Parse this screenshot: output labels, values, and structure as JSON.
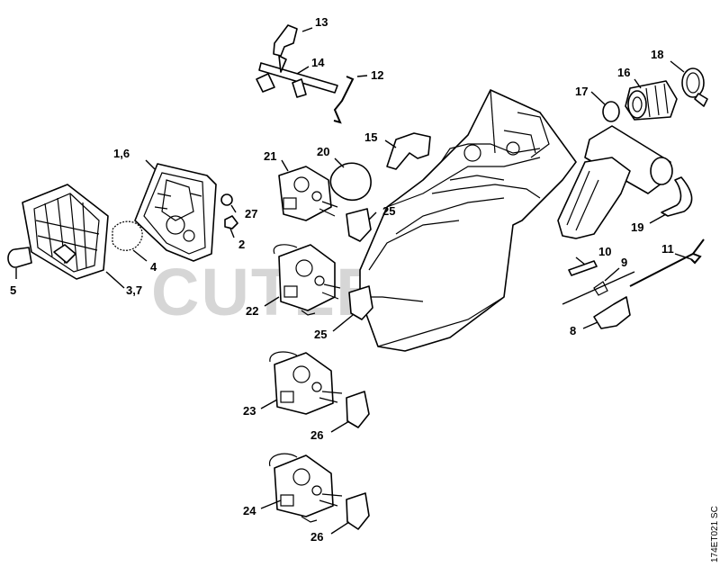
{
  "watermark": "CUTLER'S",
  "drawing_code": "174ET021 SC",
  "callouts": {
    "c13": "13",
    "c14": "14",
    "c12": "12",
    "c18": "18",
    "c16": "16",
    "c17": "17",
    "c15": "15",
    "c16b": "1,6",
    "c20": "20",
    "c21": "21",
    "c27": "27",
    "c25a": "25",
    "c2": "2",
    "c4": "4",
    "c5": "5",
    "c37": "3,7",
    "c22": "22",
    "c25b": "25",
    "c19": "19",
    "c10": "10",
    "c11": "11",
    "c9": "9",
    "c8": "8",
    "c23": "23",
    "c26a": "26",
    "c24": "24",
    "c26b": "26"
  }
}
